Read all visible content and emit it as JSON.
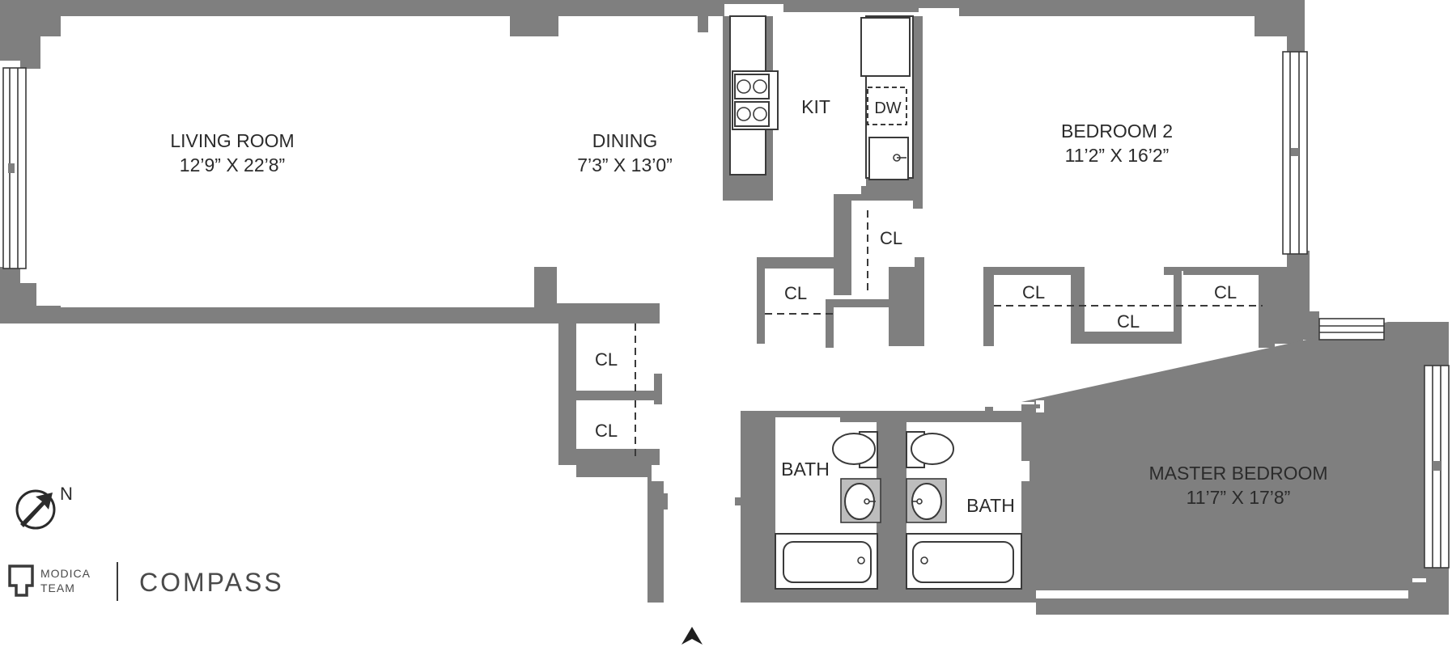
{
  "rooms": {
    "living": {
      "name": "LIVING ROOM",
      "dims": "12’9” X 22’8”"
    },
    "dining": {
      "name": "DINING",
      "dims": "7’3” X 13’0”"
    },
    "kitchen": {
      "name": "KIT"
    },
    "bedroom2": {
      "name": "BEDROOM 2",
      "dims": "11’2” X 16’2”"
    },
    "master": {
      "name": "MASTER BEDROOM",
      "dims": "11’7” X 17’8”"
    },
    "bath_left": {
      "name": "BATH"
    },
    "bath_right": {
      "name": "BATH"
    }
  },
  "closet_label": "CL",
  "dishwasher_label": "DW",
  "compass": {
    "label": "N",
    "icon": "north-arrow-icon"
  },
  "entry": {
    "icon": "entry-arrow-icon"
  },
  "brand": {
    "team_line1": "MODICA",
    "team_line2": "TEAM",
    "company": "COMPASS",
    "logo_icon": "modica-logo-icon"
  },
  "colors": {
    "wall": "#7f7f7f",
    "line": "#3a3a3a",
    "text": "#2b2b2b"
  }
}
